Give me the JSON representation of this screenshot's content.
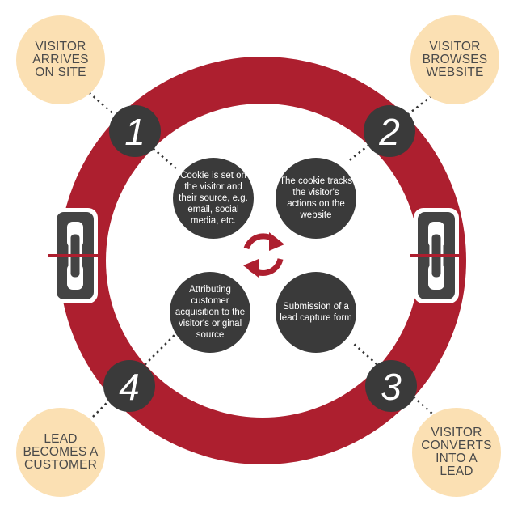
{
  "corners": {
    "top_left": "VISITOR ARRIVES ON SITE",
    "top_right": "VISITOR BROWSES WEBSITE",
    "bottom_right": "VISITOR CONVERTS INTO A LEAD",
    "bottom_left": "LEAD BECOMES A CUSTOMER"
  },
  "steps": {
    "one": "1",
    "two": "2",
    "three": "3",
    "four": "4"
  },
  "inner": {
    "cookie_set": "Cookie is set on the visitor and their source, e.g. email, social media, etc.",
    "cookie_tracks": "The cookie tracks the visitor's actions  on the website",
    "submission": "Submission of a lead capture form",
    "attributing": "Attributing customer acquisition to the visitor's original source"
  },
  "colors": {
    "ring": "#ad1f2f",
    "dark": "#3a3a3a",
    "peach": "#fbe0b3"
  },
  "icons": [
    "chain-link-icon",
    "refresh-cycle-icon"
  ]
}
